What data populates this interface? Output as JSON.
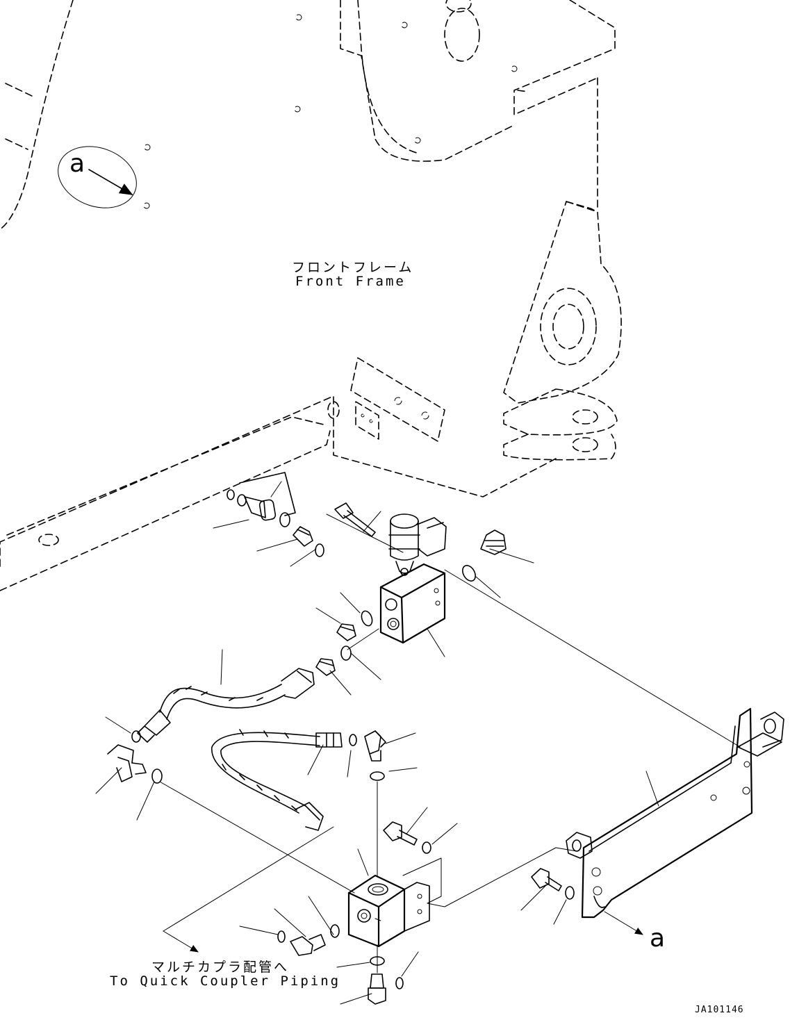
{
  "labels": {
    "front_frame_ja": "フロントフレーム",
    "front_frame_en": "Front Frame",
    "to_coupler_ja": "マルチカプラ配管へ",
    "to_coupler_en": "To Quick Coupler Piping",
    "view_a_top": "a",
    "view_a_bottom": "a",
    "drawing_code": "JA101146"
  },
  "colors": {
    "ink": "#000000",
    "paper": "#ffffff"
  }
}
